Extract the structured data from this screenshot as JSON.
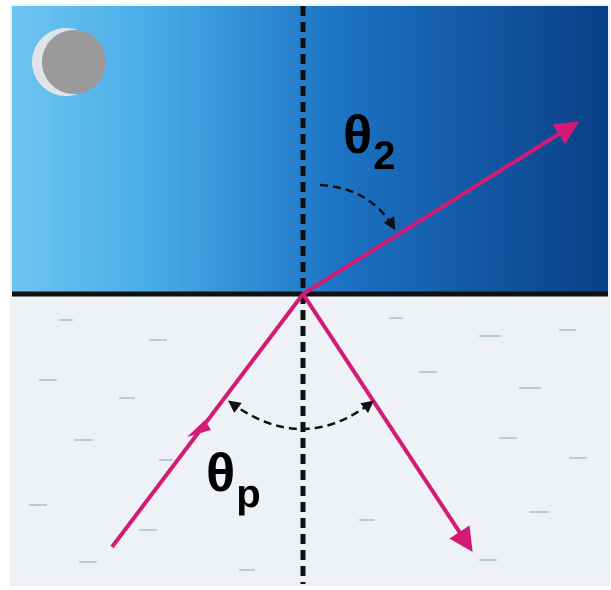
{
  "diagram": {
    "labels": {
      "theta2": {
        "symbol": "θ",
        "subscript": "2"
      },
      "thetap": {
        "symbol": "θ",
        "subscript": "p"
      }
    },
    "colors": {
      "ray": "#d11b75",
      "boundary": "#111111",
      "normal_line": "#111111",
      "upper_medium_light": "#6ec4f0",
      "upper_medium_dark": "#0a3f86",
      "lower_medium": "#eef2f6",
      "moon": "#9a9a9a"
    },
    "icons": {
      "moon": "moon-icon"
    }
  }
}
